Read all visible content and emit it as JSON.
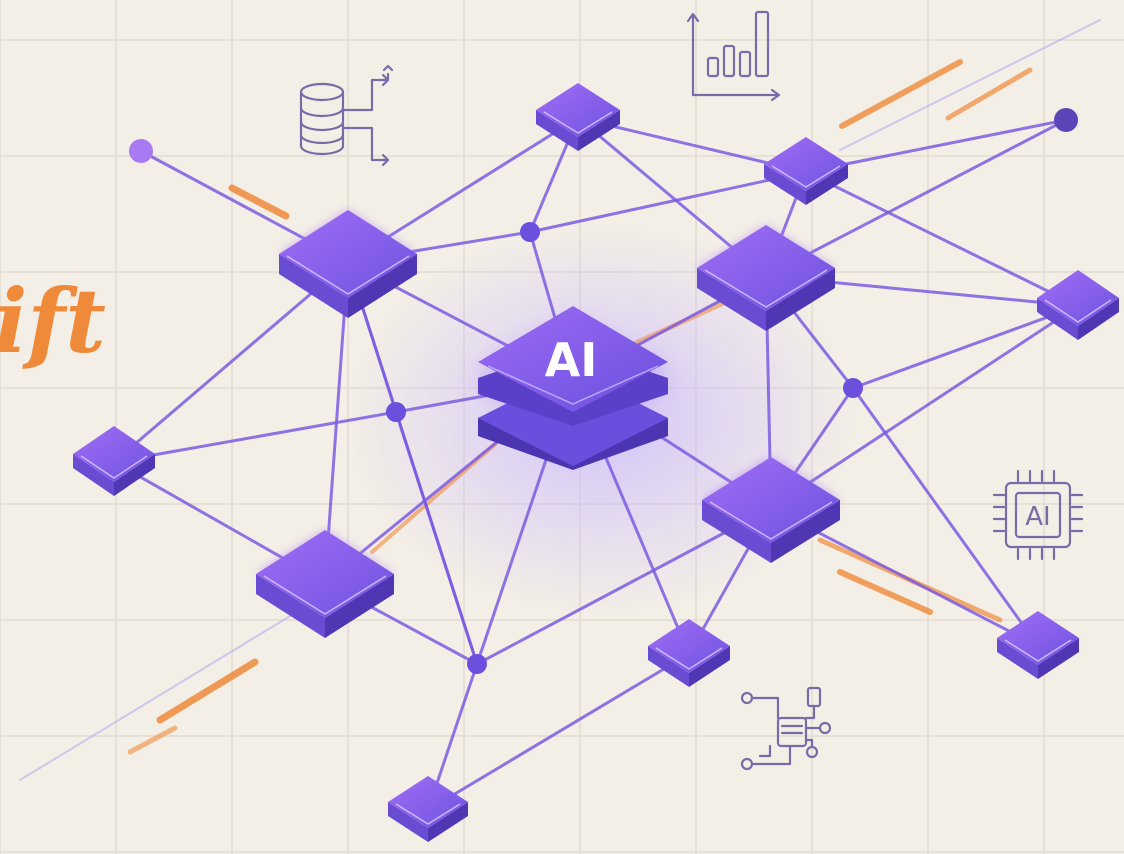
{
  "center_label": "AI",
  "chip_icon_label": "AI",
  "partial_handwritten_text": "ift",
  "colors": {
    "background": "#f4efe6",
    "grid": "#e2dcd2",
    "node_top": "#8a5cf0",
    "node_top_light": "#a373f5",
    "node_side": "#5b3fc4",
    "edge": "#7b5be0",
    "accent_orange": "#ef8a3a",
    "icon_stroke": "#7a6aa8"
  },
  "icons": [
    "database-flow-icon",
    "bar-chart-icon",
    "ai-chip-icon",
    "circuit-icon"
  ]
}
